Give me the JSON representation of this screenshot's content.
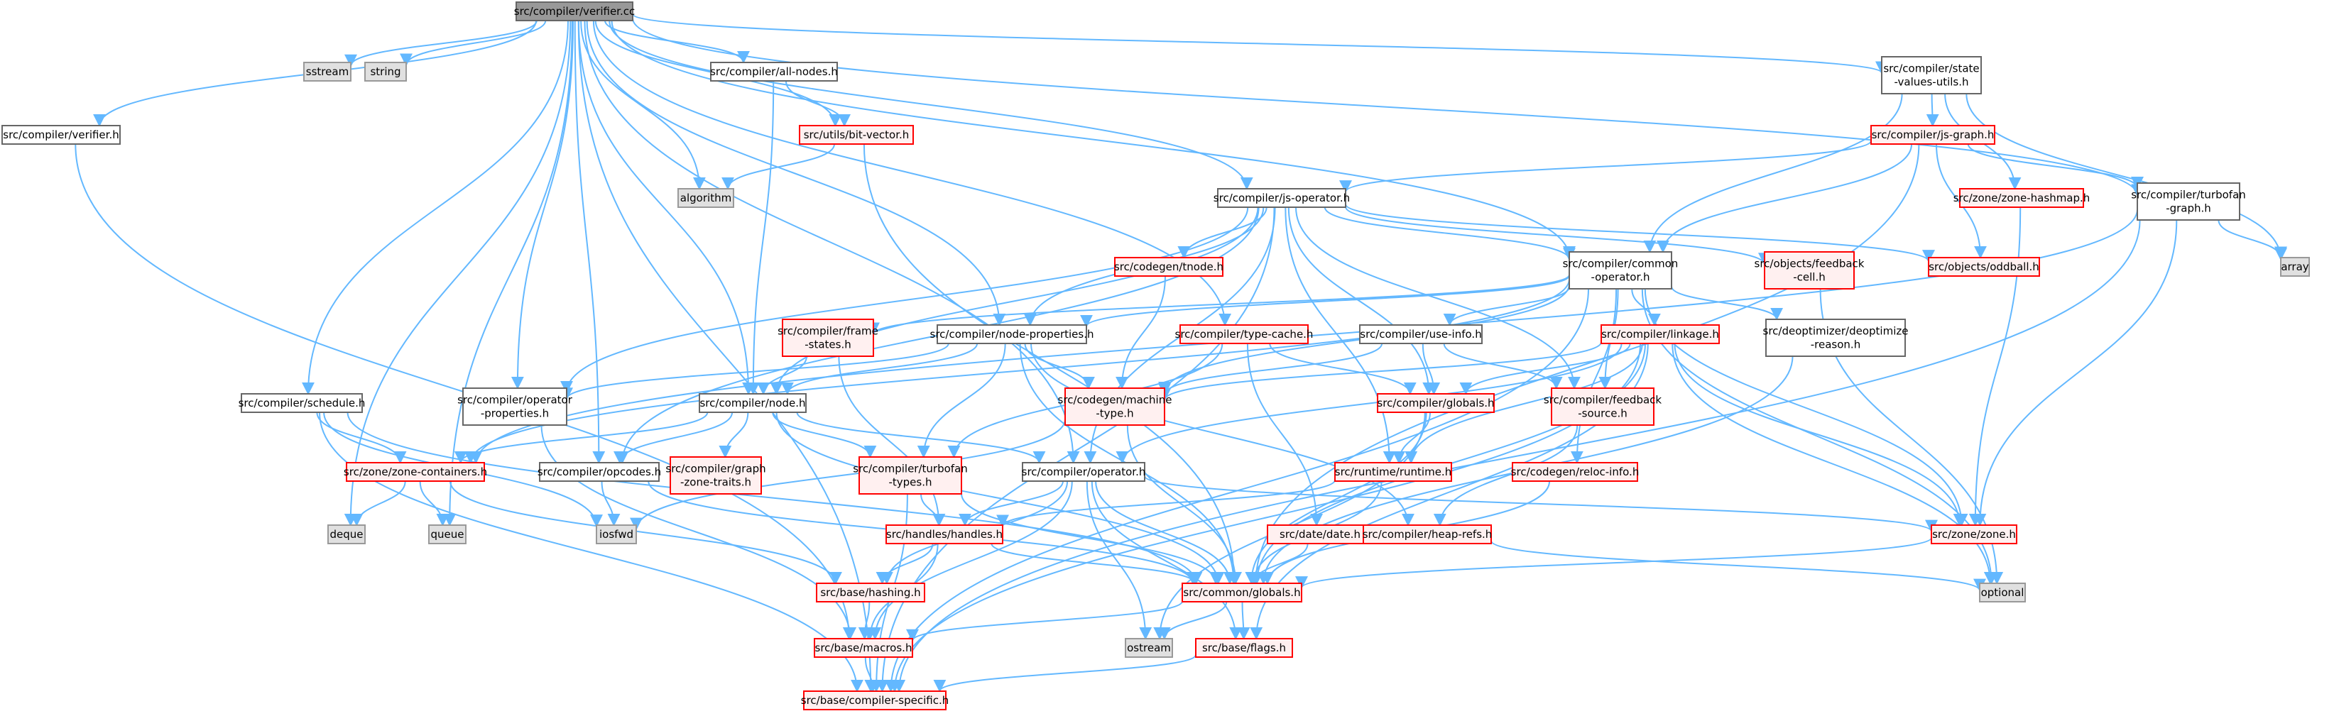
{
  "colors": {
    "edge": "#63b8ff",
    "root_fill": "#999999",
    "root_border": "#666666",
    "normal_border": "#666666",
    "missing_border": "#ff0000",
    "missing_fill": "#fff0f0",
    "system_fill": "#e0e0e0",
    "system_border": "#999999",
    "text": "#000000"
  },
  "nodes": [
    {
      "id": "verifier_cc",
      "label": "src/compiler/verifier.cc",
      "kind": "root"
    },
    {
      "id": "sstream",
      "label": "sstream",
      "kind": "system"
    },
    {
      "id": "string",
      "label": "string",
      "kind": "system"
    },
    {
      "id": "all_nodes",
      "label": "src/compiler/all-nodes.h",
      "kind": "normal"
    },
    {
      "id": "state_values",
      "label": "src/compiler/state\n-values-utils.h",
      "kind": "normal"
    },
    {
      "id": "verifier_h",
      "label": "src/compiler/verifier.h",
      "kind": "normal"
    },
    {
      "id": "bit_vector",
      "label": "src/utils/bit-vector.h",
      "kind": "missing"
    },
    {
      "id": "js_graph",
      "label": "src/compiler/js-graph.h",
      "kind": "missing"
    },
    {
      "id": "algorithm",
      "label": "algorithm",
      "kind": "system"
    },
    {
      "id": "zone_hashmap",
      "label": "src/zone/zone-hashmap.h",
      "kind": "missing"
    },
    {
      "id": "turbofan_graph",
      "label": "src/compiler/turbofan\n-graph.h",
      "kind": "normal"
    },
    {
      "id": "js_operator",
      "label": "src/compiler/js-operator.h",
      "kind": "normal"
    },
    {
      "id": "array",
      "label": "array",
      "kind": "system"
    },
    {
      "id": "tnode",
      "label": "src/codegen/tnode.h",
      "kind": "missing"
    },
    {
      "id": "common_operator",
      "label": "src/compiler/common\n-operator.h",
      "kind": "normal"
    },
    {
      "id": "feedback_cell",
      "label": "src/objects/feedback\n-cell.h",
      "kind": "missing"
    },
    {
      "id": "oddball",
      "label": "src/objects/oddball.h",
      "kind": "missing"
    },
    {
      "id": "frame_states",
      "label": "src/compiler/frame\n-states.h",
      "kind": "missing"
    },
    {
      "id": "node_properties",
      "label": "src/compiler/node-properties.h",
      "kind": "normal"
    },
    {
      "id": "type_cache",
      "label": "src/compiler/type-cache.h",
      "kind": "missing"
    },
    {
      "id": "use_info",
      "label": "src/compiler/use-info.h",
      "kind": "normal"
    },
    {
      "id": "linkage",
      "label": "src/compiler/linkage.h",
      "kind": "missing"
    },
    {
      "id": "deopt_reason",
      "label": "src/deoptimizer/deoptimize\n-reason.h",
      "kind": "normal"
    },
    {
      "id": "schedule",
      "label": "src/compiler/schedule.h",
      "kind": "normal"
    },
    {
      "id": "operator_props",
      "label": "src/compiler/operator\n-properties.h",
      "kind": "normal"
    },
    {
      "id": "node",
      "label": "src/compiler/node.h",
      "kind": "normal"
    },
    {
      "id": "machine_type",
      "label": "src/codegen/machine\n-type.h",
      "kind": "missing"
    },
    {
      "id": "compiler_globals",
      "label": "src/compiler/globals.h",
      "kind": "missing"
    },
    {
      "id": "feedback_source",
      "label": "src/compiler/feedback\n-source.h",
      "kind": "missing"
    },
    {
      "id": "zone_containers",
      "label": "src/zone/zone-containers.h",
      "kind": "missing"
    },
    {
      "id": "opcodes",
      "label": "src/compiler/opcodes.h",
      "kind": "normal"
    },
    {
      "id": "graph_zone_traits",
      "label": "src/compiler/graph\n-zone-traits.h",
      "kind": "missing"
    },
    {
      "id": "turbofan_types",
      "label": "src/compiler/turbofan\n-types.h",
      "kind": "missing"
    },
    {
      "id": "operator",
      "label": "src/compiler/operator.h",
      "kind": "normal"
    },
    {
      "id": "runtime",
      "label": "src/runtime/runtime.h",
      "kind": "missing"
    },
    {
      "id": "reloc_info",
      "label": "src/codegen/reloc-info.h",
      "kind": "missing"
    },
    {
      "id": "deque",
      "label": "deque",
      "kind": "system"
    },
    {
      "id": "queue",
      "label": "queue",
      "kind": "system"
    },
    {
      "id": "iosfwd",
      "label": "iosfwd",
      "kind": "system"
    },
    {
      "id": "handles",
      "label": "src/handles/handles.h",
      "kind": "missing"
    },
    {
      "id": "date",
      "label": "src/date/date.h",
      "kind": "missing"
    },
    {
      "id": "heap_refs",
      "label": "src/compiler/heap-refs.h",
      "kind": "missing"
    },
    {
      "id": "zone",
      "label": "src/zone/zone.h",
      "kind": "missing"
    },
    {
      "id": "hashing",
      "label": "src/base/hashing.h",
      "kind": "missing"
    },
    {
      "id": "common_globals",
      "label": "src/common/globals.h",
      "kind": "missing"
    },
    {
      "id": "optional",
      "label": "optional",
      "kind": "system"
    },
    {
      "id": "macros",
      "label": "src/base/macros.h",
      "kind": "missing"
    },
    {
      "id": "ostream",
      "label": "ostream",
      "kind": "system"
    },
    {
      "id": "flags",
      "label": "src/base/flags.h",
      "kind": "missing"
    },
    {
      "id": "compiler_specific",
      "label": "src/base/compiler-specific.h",
      "kind": "missing"
    }
  ],
  "edges": [
    [
      "verifier_cc",
      "verifier_h"
    ],
    [
      "verifier_cc",
      "sstream"
    ],
    [
      "verifier_cc",
      "string"
    ],
    [
      "verifier_cc",
      "all_nodes"
    ],
    [
      "verifier_cc",
      "state_values"
    ],
    [
      "verifier_cc",
      "bit_vector"
    ],
    [
      "verifier_cc",
      "algorithm"
    ],
    [
      "verifier_cc",
      "deque"
    ],
    [
      "verifier_cc",
      "queue"
    ],
    [
      "verifier_cc",
      "schedule"
    ],
    [
      "verifier_cc",
      "operator_props"
    ],
    [
      "verifier_cc",
      "node"
    ],
    [
      "verifier_cc",
      "node_properties"
    ],
    [
      "verifier_cc",
      "opcodes"
    ],
    [
      "verifier_cc",
      "operator"
    ],
    [
      "verifier_cc",
      "js_operator"
    ],
    [
      "verifier_cc",
      "common_operator"
    ],
    [
      "verifier_cc",
      "type_cache"
    ],
    [
      "verifier_cc",
      "turbofan_graph"
    ],
    [
      "verifier_cc",
      "compiler_specific"
    ],
    [
      "verifier_h",
      "macros"
    ],
    [
      "all_nodes",
      "bit_vector"
    ],
    [
      "all_nodes",
      "node"
    ],
    [
      "bit_vector",
      "algorithm"
    ],
    [
      "bit_vector",
      "common_globals"
    ],
    [
      "state_values",
      "js_graph"
    ],
    [
      "state_values",
      "zone_hashmap"
    ],
    [
      "state_values",
      "array"
    ],
    [
      "state_values",
      "common_operator"
    ],
    [
      "js_graph",
      "js_operator"
    ],
    [
      "js_graph",
      "turbofan_graph"
    ],
    [
      "js_graph",
      "oddball"
    ],
    [
      "js_graph",
      "common_operator"
    ],
    [
      "js_graph",
      "common_globals"
    ],
    [
      "zone_hashmap",
      "zone"
    ],
    [
      "turbofan_graph",
      "array"
    ],
    [
      "turbofan_graph",
      "zone"
    ],
    [
      "turbofan_graph",
      "zone_containers"
    ],
    [
      "turbofan_graph",
      "compiler_specific"
    ],
    [
      "js_operator",
      "tnode"
    ],
    [
      "js_operator",
      "common_operator"
    ],
    [
      "js_operator",
      "feedback_cell"
    ],
    [
      "js_operator",
      "oddball"
    ],
    [
      "js_operator",
      "node_properties"
    ],
    [
      "js_operator",
      "compiler_globals"
    ],
    [
      "js_operator",
      "runtime"
    ],
    [
      "js_operator",
      "feedback_source"
    ],
    [
      "js_operator",
      "operator_props"
    ],
    [
      "js_operator",
      "node"
    ],
    [
      "js_operator",
      "opcodes"
    ],
    [
      "js_operator",
      "compiler_specific"
    ],
    [
      "js_operator",
      "operator"
    ],
    [
      "tnode",
      "machine_type"
    ],
    [
      "common_operator",
      "frame_states"
    ],
    [
      "common_operator",
      "node_properties"
    ],
    [
      "common_operator",
      "use_info"
    ],
    [
      "common_operator",
      "linkage"
    ],
    [
      "common_operator",
      "deopt_reason"
    ],
    [
      "common_operator",
      "feedback_source"
    ],
    [
      "common_operator",
      "reloc_info"
    ],
    [
      "common_operator",
      "zone_containers"
    ],
    [
      "common_operator",
      "machine_type"
    ],
    [
      "common_operator",
      "optional"
    ],
    [
      "common_operator",
      "compiler_specific"
    ],
    [
      "common_operator",
      "zone"
    ],
    [
      "feedback_cell",
      "optional"
    ],
    [
      "frame_states",
      "node"
    ],
    [
      "frame_states",
      "handles"
    ],
    [
      "node_properties",
      "node"
    ],
    [
      "node_properties",
      "machine_type"
    ],
    [
      "node_properties",
      "operator_props"
    ],
    [
      "node_properties",
      "turbofan_types"
    ],
    [
      "node_properties",
      "heap_refs"
    ],
    [
      "node_properties",
      "common_globals"
    ],
    [
      "type_cache",
      "date"
    ],
    [
      "type_cache",
      "turbofan_types"
    ],
    [
      "type_cache",
      "compiler_globals"
    ],
    [
      "use_info",
      "compiler_globals"
    ],
    [
      "use_info",
      "feedback_source"
    ],
    [
      "use_info",
      "machine_type"
    ],
    [
      "linkage",
      "machine_type"
    ],
    [
      "linkage",
      "runtime"
    ],
    [
      "linkage",
      "compiler_globals"
    ],
    [
      "linkage",
      "operator"
    ],
    [
      "linkage",
      "zone"
    ],
    [
      "linkage",
      "common_globals"
    ],
    [
      "linkage",
      "flags"
    ],
    [
      "linkage",
      "compiler_specific"
    ],
    [
      "linkage",
      "optional"
    ],
    [
      "deopt_reason",
      "common_globals"
    ],
    [
      "schedule",
      "zone_containers"
    ],
    [
      "schedule",
      "iosfwd"
    ],
    [
      "schedule",
      "common_globals"
    ],
    [
      "schedule",
      "compiler_specific"
    ],
    [
      "operator_props",
      "macros"
    ],
    [
      "node",
      "zone_containers"
    ],
    [
      "node",
      "opcodes"
    ],
    [
      "node",
      "graph_zone_traits"
    ],
    [
      "node",
      "turbofan_types"
    ],
    [
      "node",
      "operator"
    ],
    [
      "node",
      "common_globals"
    ],
    [
      "machine_type",
      "common_globals"
    ],
    [
      "machine_type",
      "iosfwd"
    ],
    [
      "compiler_globals",
      "runtime"
    ],
    [
      "compiler_globals",
      "common_globals"
    ],
    [
      "compiler_globals",
      "ostream"
    ],
    [
      "feedback_source",
      "heap_refs"
    ],
    [
      "zone_containers",
      "deque"
    ],
    [
      "zone_containers",
      "queue"
    ],
    [
      "zone_containers",
      "hashing"
    ],
    [
      "opcodes",
      "iosfwd"
    ],
    [
      "opcodes",
      "common_globals"
    ],
    [
      "turbofan_types",
      "handles"
    ],
    [
      "turbofan_types",
      "common_globals"
    ],
    [
      "turbofan_types",
      "compiler_specific"
    ],
    [
      "operator",
      "hashing"
    ],
    [
      "operator",
      "ostream"
    ],
    [
      "operator",
      "flags"
    ],
    [
      "operator",
      "zone"
    ],
    [
      "operator",
      "common_globals"
    ],
    [
      "operator",
      "handles"
    ],
    [
      "operator",
      "macros"
    ],
    [
      "runtime",
      "handles"
    ],
    [
      "runtime",
      "common_globals"
    ],
    [
      "reloc_info",
      "common_globals"
    ],
    [
      "handles",
      "hashing"
    ],
    [
      "handles",
      "macros"
    ],
    [
      "handles",
      "common_globals"
    ],
    [
      "date",
      "common_globals"
    ],
    [
      "heap_refs",
      "optional"
    ],
    [
      "zone",
      "common_globals"
    ],
    [
      "hashing",
      "macros"
    ],
    [
      "common_globals",
      "macros"
    ],
    [
      "common_globals",
      "ostream"
    ],
    [
      "common_globals",
      "flags"
    ],
    [
      "macros",
      "compiler_specific"
    ],
    [
      "flags",
      "compiler_specific"
    ]
  ]
}
